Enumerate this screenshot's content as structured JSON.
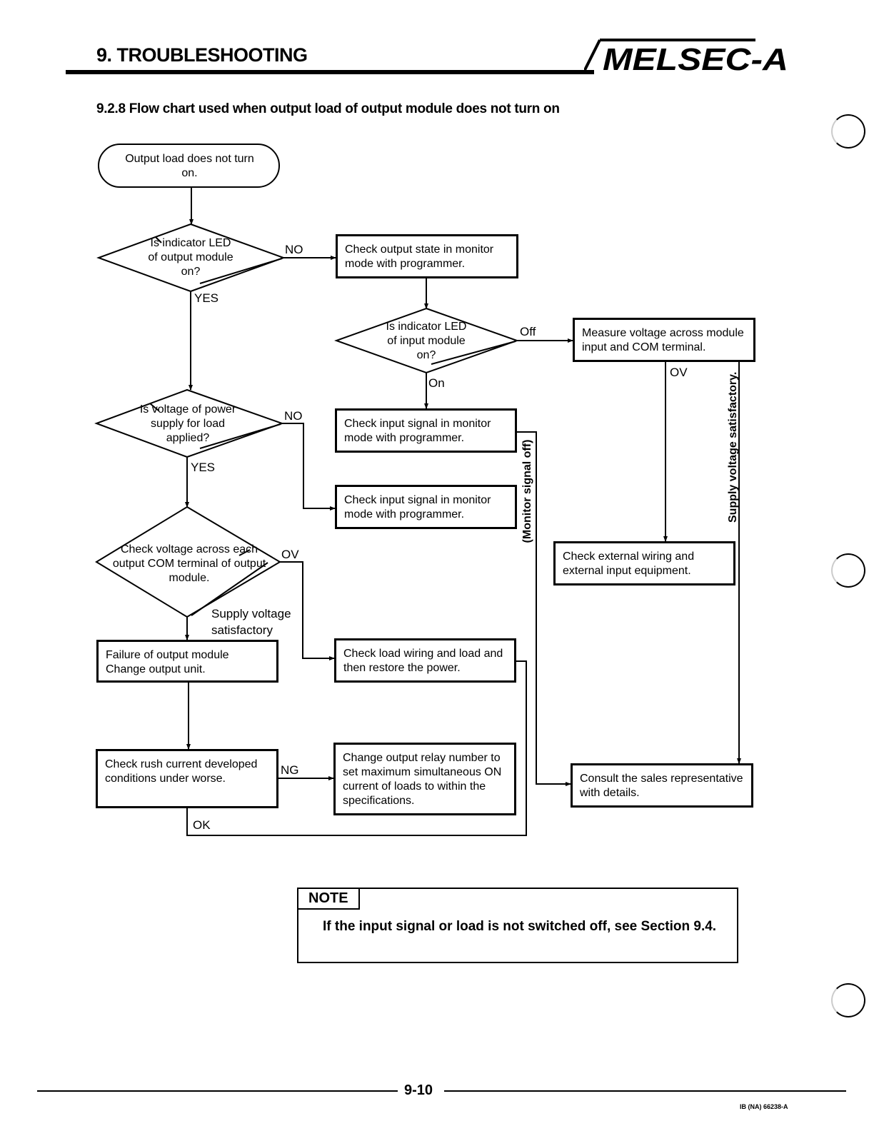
{
  "header": {
    "title": "9. TROUBLESHOOTING",
    "brand": "MELSEC-A"
  },
  "section_title": "9.2.8 Flow chart used when output load of output module does not turn on",
  "flowchart": {
    "start": "Output load does not turn on.",
    "d_led_output": "Is indicator LED of output module on?",
    "b_check_output_state": "Check output state in monitor mode with programmer.",
    "d_led_input": "Is indicator LED of input module on?",
    "b_measure_voltage": "Measure voltage across module input and COM terminal.",
    "b_check_input_signal_1": "Check input signal in monitor mode with programmer.",
    "d_power_supply": "Is voltage of power supply for load applied?",
    "b_check_input_signal_2": "Check input signal in monitor mode with programmer.",
    "d_check_voltage": "Check voltage across each output COM terminal of output module.",
    "b_check_external_wiring": "Check external wiring and external input equipment.",
    "b_failure_output": "Failure of output module Change output unit.",
    "b_check_load_wiring": "Check load wiring and load and then restore the power.",
    "b_check_rush": "Check rush current developed conditions under worse.",
    "b_change_relay": "Change output relay number to set maximum simultaneous ON current of loads to within the specifications.",
    "b_consult": "Consult the sales representative with details.",
    "labels": {
      "no_1": "NO",
      "yes_1": "YES",
      "off": "Off",
      "on": "On",
      "ov_1": "OV",
      "no_2": "NO",
      "yes_2": "YES",
      "ov_2": "OV",
      "supply_voltage": "Supply voltage satisfactory",
      "ng": "NG",
      "ok": "OK",
      "monitor_signal_off": "(Monitor signal off)",
      "supply_voltage_satisfactory": "Supply voltage satisfactory."
    }
  },
  "note": {
    "tag": "NOTE",
    "text": "If the input signal or load is not switched off, see Section 9.4."
  },
  "footer": {
    "page": "9-10",
    "code": "IB (NA) 66238-A"
  }
}
